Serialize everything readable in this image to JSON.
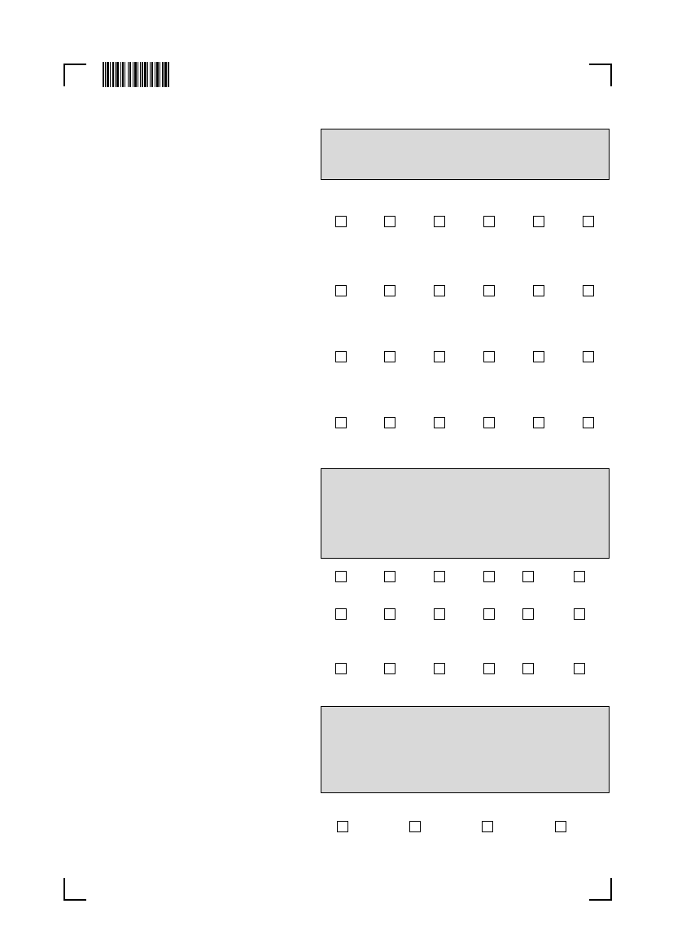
{
  "form": {
    "sections": [
      {
        "name": "section-1",
        "rows": 4,
        "checkboxes_per_row": 6
      },
      {
        "name": "section-2",
        "rows": 3,
        "checkboxes_per_row": 6
      },
      {
        "name": "section-3",
        "rows": 1,
        "checkboxes_per_row": 4
      }
    ],
    "colors": {
      "panel": "#d9d9d9",
      "ink": "#000000"
    }
  }
}
